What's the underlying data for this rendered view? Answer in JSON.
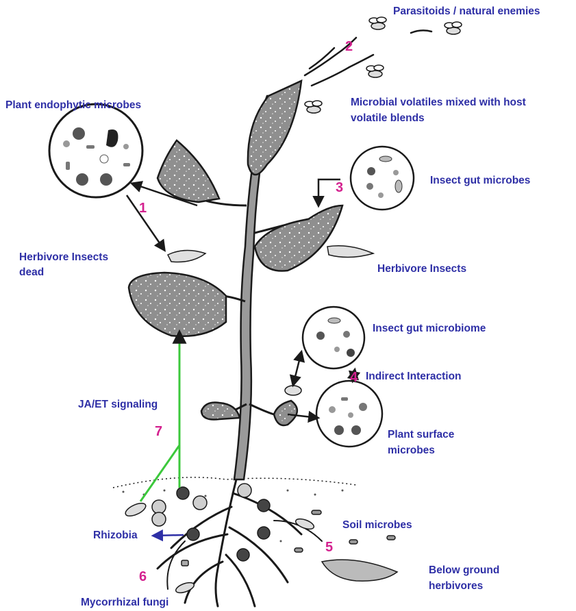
{
  "labels": {
    "parasitoids": "Parasitoids / natural enemies",
    "microbial_volatiles_1": "Microbial volatiles  mixed with host",
    "microbial_volatiles_2": "volatile blends",
    "endophytic": "Plant endophytic microbes",
    "insect_gut_microbes": "Insect gut microbes",
    "herbivore_dead_1": "Herbivore Insects",
    "herbivore_dead_2": "dead",
    "herbivore_insects": "Herbivore Insects",
    "gut_microbiome": "Insect gut microbiome",
    "indirect": "Indirect Interaction",
    "surface_1": "Plant surface",
    "surface_2": "microbes",
    "ja_et": "JA/ET signaling",
    "rhizobia": "Rhizobia",
    "soil_microbes": "Soil microbes",
    "below_1": "Below ground",
    "below_2": "herbivores",
    "mycorrhizal": "Mycorrhizal fungi"
  },
  "numbers": [
    "1",
    "2",
    "3",
    "4",
    "5",
    "6",
    "7"
  ],
  "colors": {
    "label": "#2e2fa6",
    "number": "#d4218f",
    "signal": "#3cc83c",
    "leaf": "#8f8f8f",
    "outline": "#1a1a1a"
  }
}
